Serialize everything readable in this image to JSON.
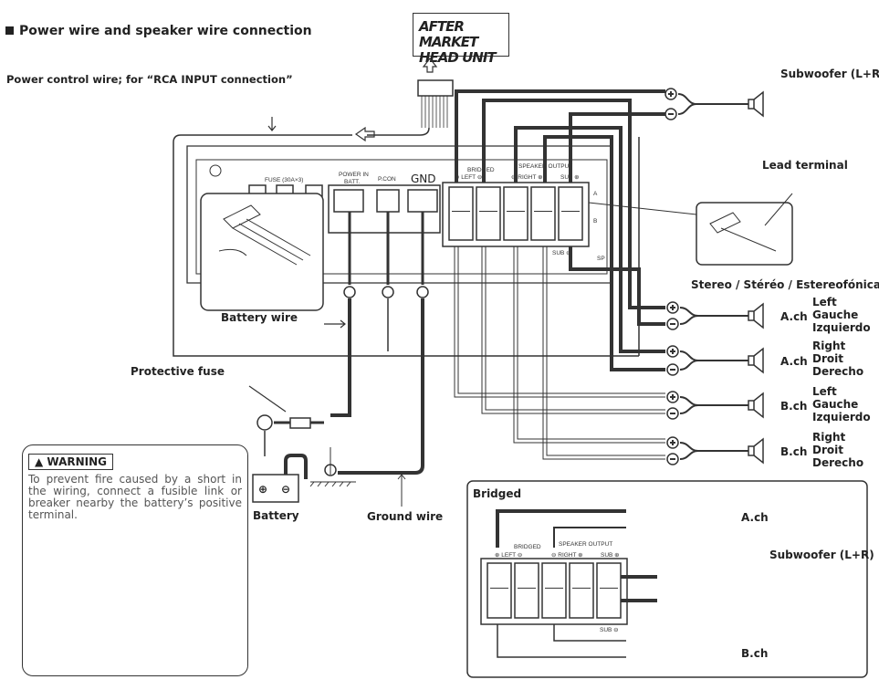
{
  "title": "Power wire and speaker wire connection",
  "head_unit": {
    "line1": "AFTER MARKET",
    "line2": "HEAD UNIT"
  },
  "power_control_label": "Power control wire; for “RCA INPUT connection”",
  "amp": {
    "fuse": "FUSE (30A×3)",
    "power_in": "POWER IN",
    "batt": "BATT.",
    "pcon": "P.CON",
    "gnd": "GND",
    "bridged": "BRIDGED",
    "speaker_output": "SPEAKER OUTPUT",
    "left": "⊕ LEFT ⊖",
    "right": "⊖ RIGHT ⊕",
    "sub_plus": "SUB ⊕",
    "sub_minus": "SUB ⊖",
    "a": "A",
    "b": "B",
    "sp": "SP"
  },
  "labels": {
    "battery_wire": "Battery wire",
    "protective_fuse": "Protective fuse",
    "battery": "Battery",
    "ground_wire": "Ground wire",
    "lead_terminal": "Lead terminal",
    "stereo": "Stereo / Stéréo / Estereofónicas",
    "subwoofer": "Subwoofer (L+R)"
  },
  "warning": {
    "badge": "WARNING",
    "text": "To prevent fire caused by a short in the wiring, connect a fusible link or breaker nearby the battery’s positive terminal."
  },
  "speakers": [
    {
      "ch": "A.ch",
      "l1": "Left",
      "l2": "Gauche",
      "l3": "Izquierdo"
    },
    {
      "ch": "A.ch",
      "l1": "Right",
      "l2": "Droit",
      "l3": "Derecho"
    },
    {
      "ch": "B.ch",
      "l1": "Left",
      "l2": "Gauche",
      "l3": "Izquierdo"
    },
    {
      "ch": "B.ch",
      "l1": "Right",
      "l2": "Droit",
      "l3": "Derecho"
    }
  ],
  "bridged": {
    "title": "Bridged",
    "a_ch": "A.ch",
    "subwoofer": "Subwoofer (L+R)",
    "b_ch": "B.ch"
  }
}
